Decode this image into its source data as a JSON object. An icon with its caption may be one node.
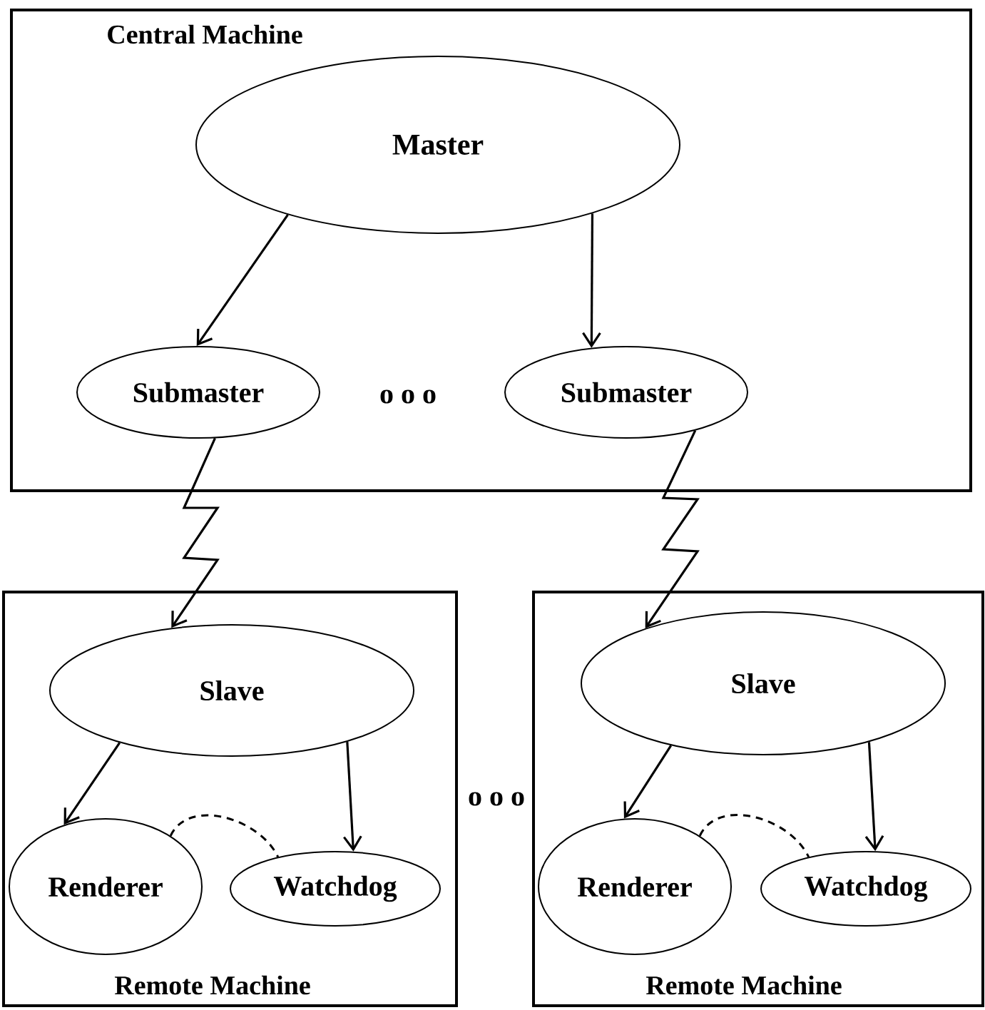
{
  "diagram": {
    "nodes": [
      {
        "text": [
          "Central Machine"
        ]
      },
      {
        "text": [
          "Master"
        ],
        "in": 0
      },
      {
        "text": [
          "Submaster"
        ],
        "in": 0
      },
      {
        "text": [
          "Submaster"
        ],
        "in": 0
      },
      {
        "text": [
          "Remote Machine"
        ]
      },
      {
        "text": [
          "Slave"
        ],
        "in": 4
      },
      {
        "text": [
          "Renderer"
        ],
        "in": 4
      },
      {
        "text": [
          "Watchdog"
        ],
        "in": 4
      },
      {
        "text": [
          "Remote Machine"
        ]
      },
      {
        "text": [
          "Slave"
        ],
        "in": 8
      },
      {
        "text": [
          "Renderer"
        ],
        "in": 8
      },
      {
        "text": [
          "Watchdog"
        ],
        "in": 8
      }
    ],
    "edges": [
      {
        "from": 1,
        "to": 2,
        "arrow": "to"
      },
      {
        "from": 1,
        "to": 3,
        "arrow": "to"
      },
      {
        "from": 2,
        "to": 5,
        "arrow": "to"
      },
      {
        "from": 3,
        "to": 9,
        "arrow": "to"
      },
      {
        "from": 5,
        "to": 6,
        "arrow": "to"
      },
      {
        "from": 5,
        "to": 7,
        "arrow": "to"
      },
      {
        "from": 6,
        "to": 7,
        "arrow": "none",
        "style": "dashed"
      },
      {
        "from": 9,
        "to": 10,
        "arrow": "to"
      },
      {
        "from": 9,
        "to": 11,
        "arrow": "to"
      },
      {
        "from": 10,
        "to": 11,
        "arrow": "none",
        "style": "dashed"
      }
    ],
    "labels": [
      "o o o",
      "o o o"
    ]
  }
}
